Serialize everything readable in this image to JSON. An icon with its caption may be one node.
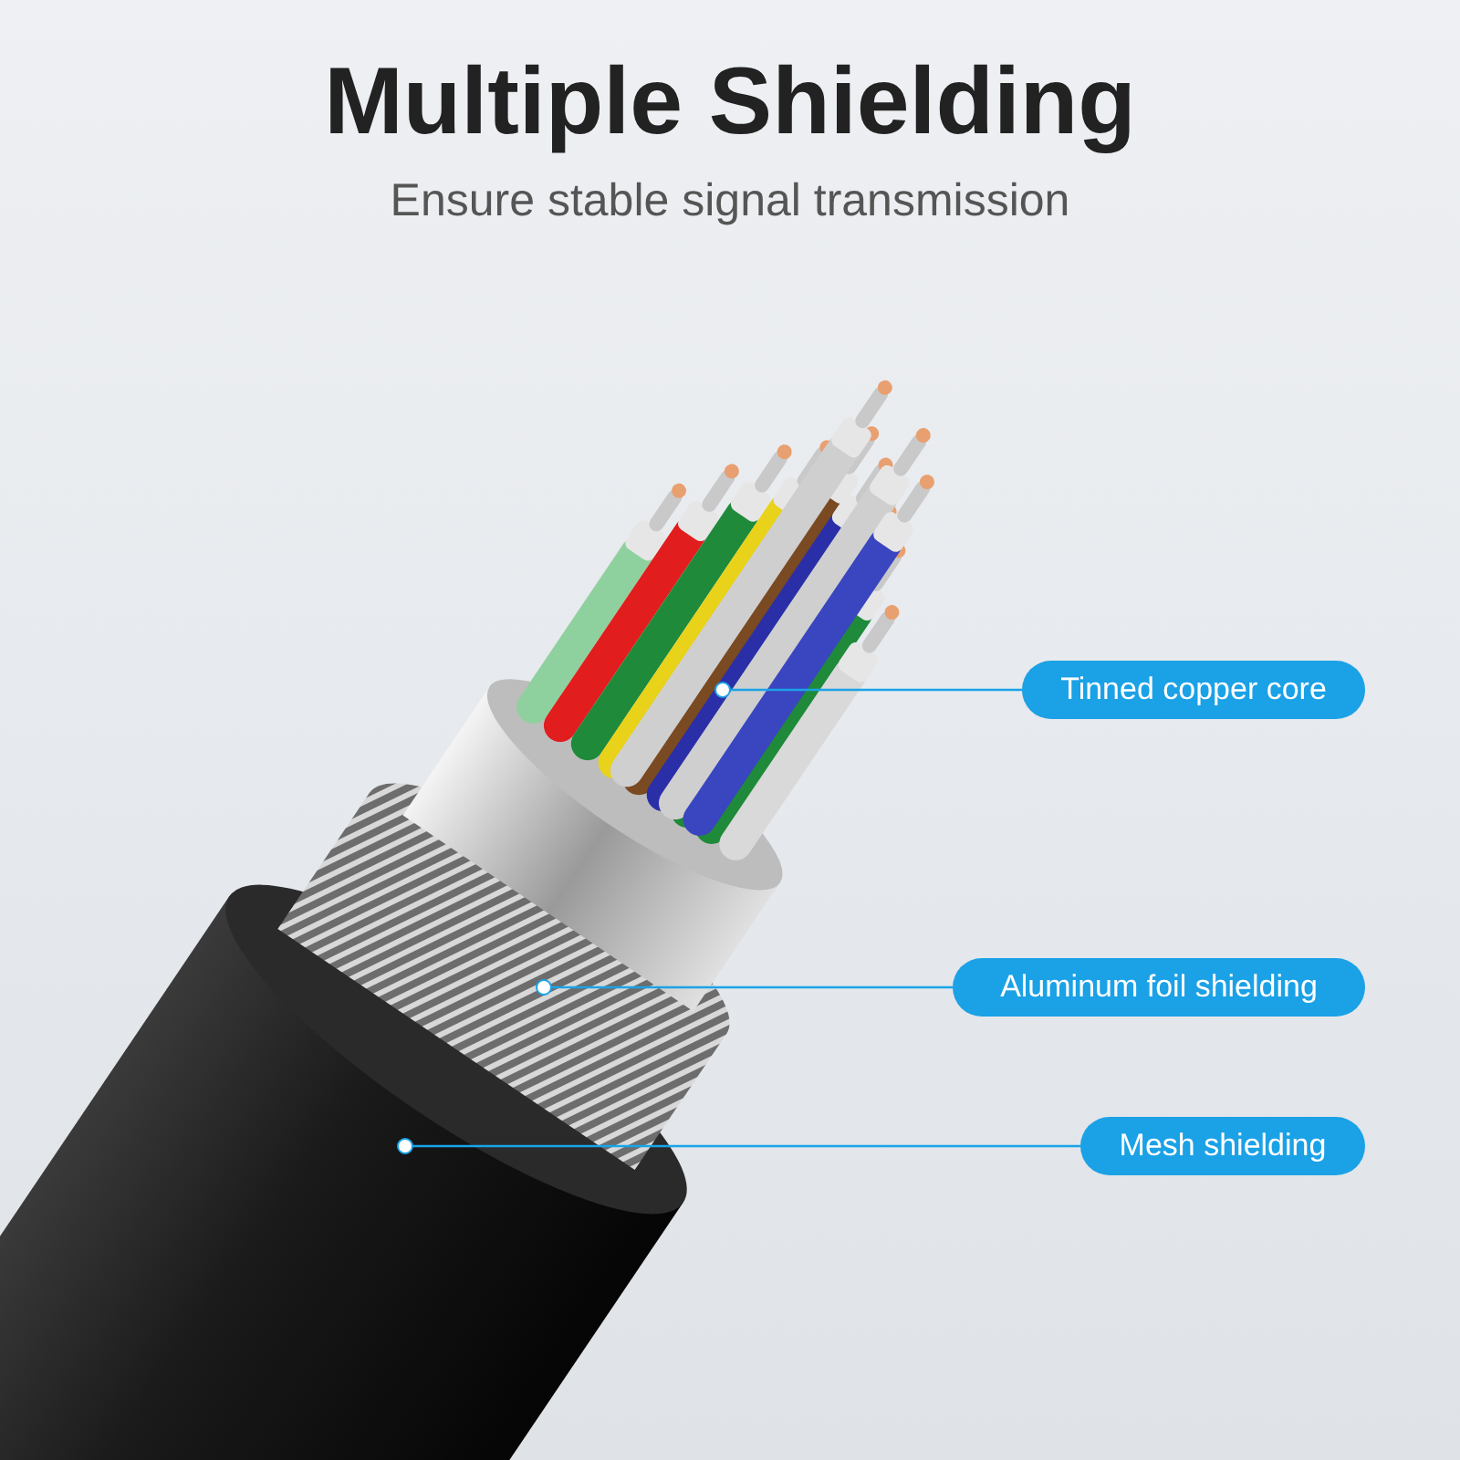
{
  "diagram": {
    "title": "Multiple Shielding",
    "caption": "Ensure stable signal transmission",
    "nodes": [
      {
        "text": [
          "Tinned copper core"
        ]
      },
      {
        "text": [],
        "shape": "circle"
      },
      {
        "text": [
          "Aluminum foil shielding"
        ]
      },
      {
        "text": [],
        "shape": "circle"
      },
      {
        "text": [
          "Mesh shielding"
        ]
      },
      {
        "text": [],
        "shape": "circle"
      }
    ],
    "edges": [
      {
        "from": 0,
        "to": 1,
        "arrow": "none"
      },
      {
        "from": 2,
        "to": 3,
        "arrow": "none"
      },
      {
        "from": 4,
        "to": 5,
        "arrow": "none"
      }
    ]
  }
}
